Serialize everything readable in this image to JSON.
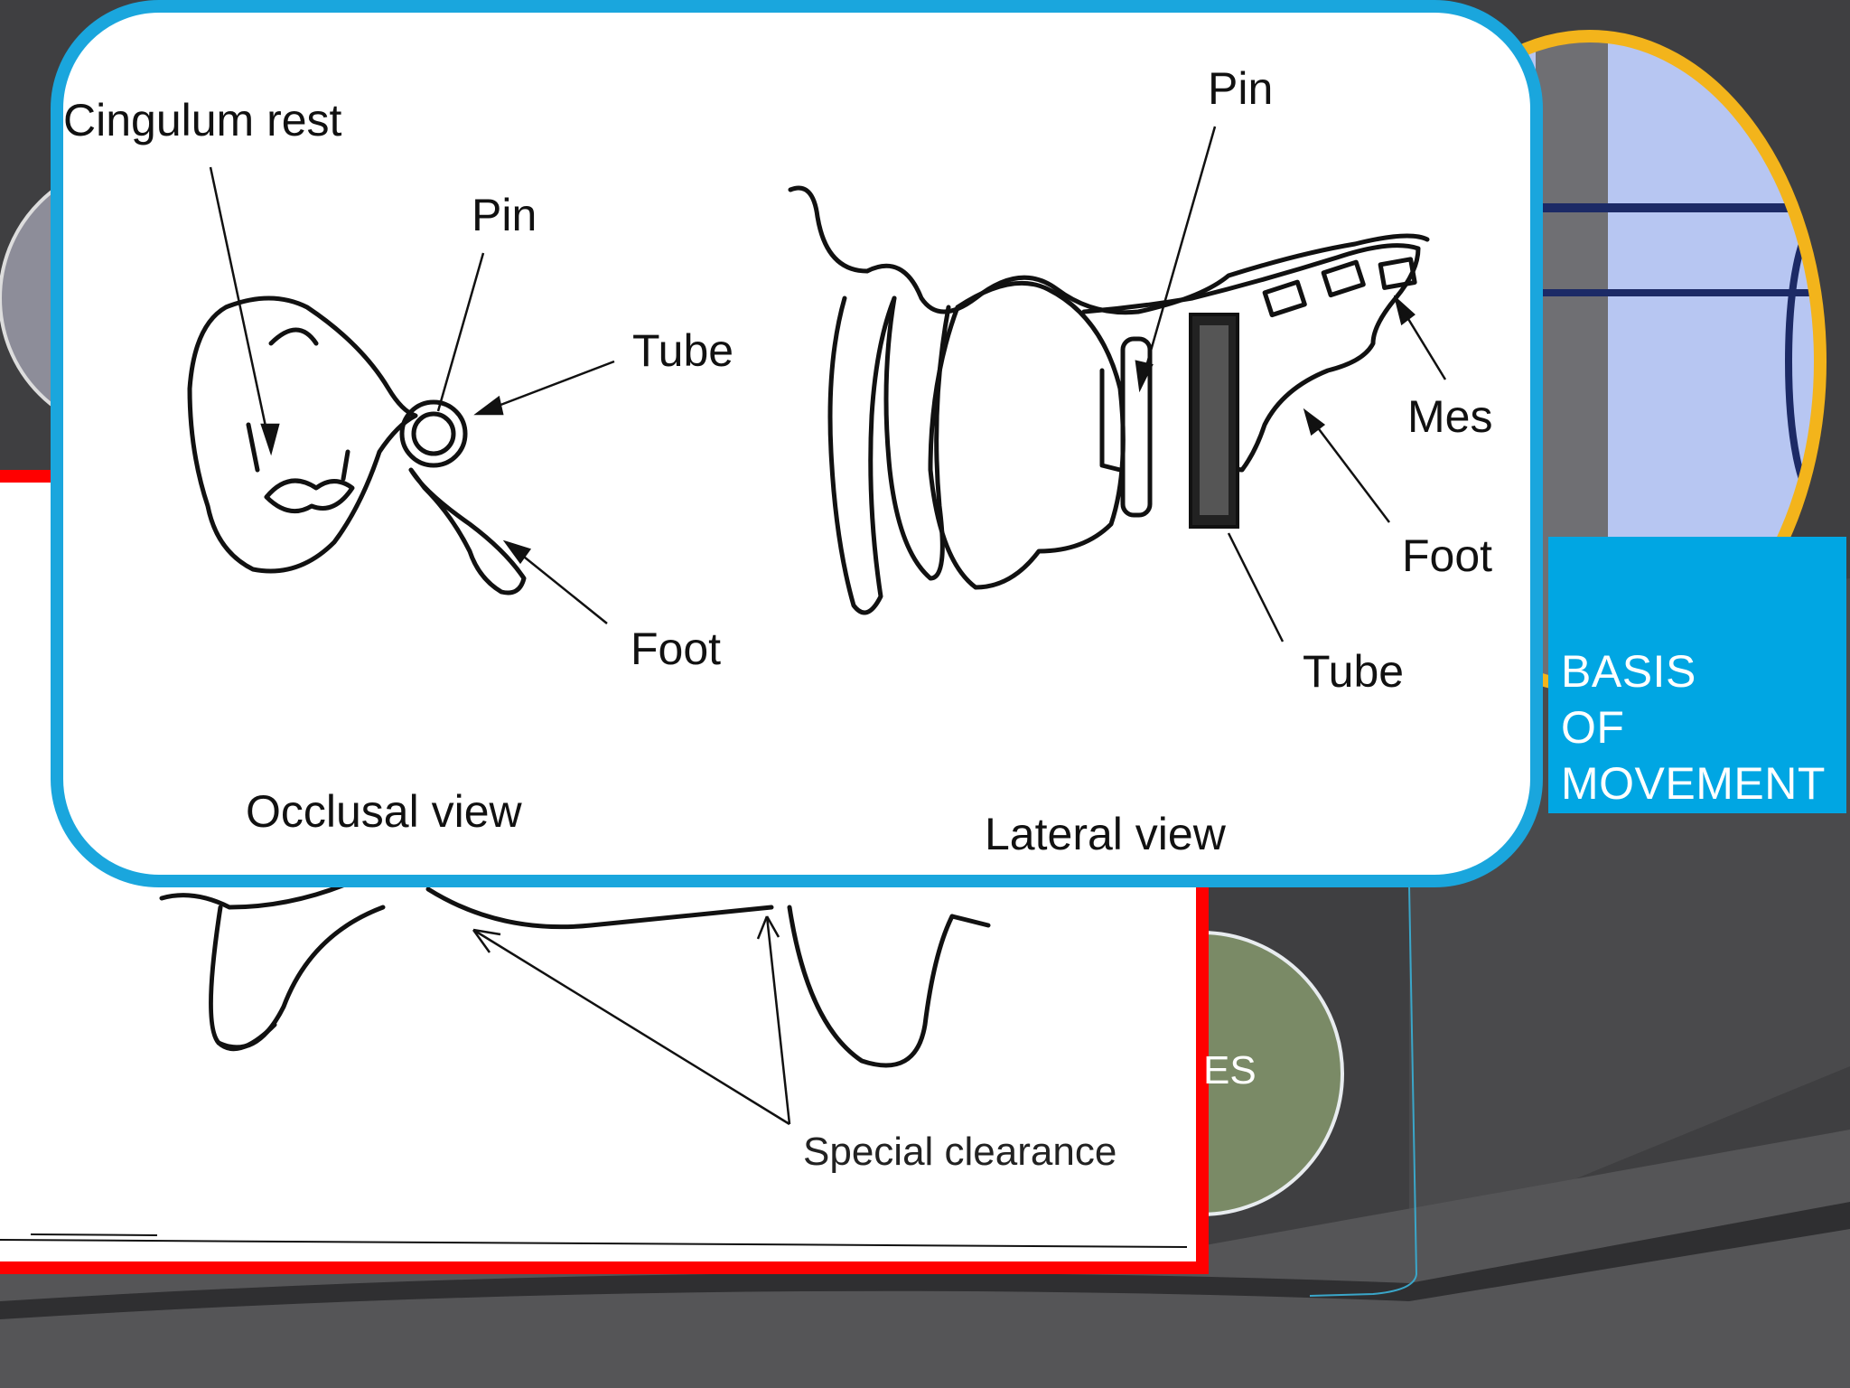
{
  "colors": {
    "accent_blue": "#00a6e3",
    "card_border": "#1aa6dd",
    "accent_red": "#ff0000",
    "accent_gold": "#f3b41b",
    "olive": "#7a8a66",
    "background": "#3f3f41"
  },
  "diagram": {
    "occlusal": {
      "labels": {
        "cingulum_rest": "Cingulum rest",
        "pin": "Pin",
        "tube": "Tube",
        "foot": "Foot"
      },
      "caption": "Occlusal view"
    },
    "lateral": {
      "labels": {
        "pin": "Pin",
        "mesh": "Mesh",
        "foot": "Foot",
        "tube": "Tube"
      },
      "caption": "Lateral view"
    }
  },
  "lower_figure": {
    "label": "Special clearance"
  },
  "side_label": {
    "lines": [
      "BASIS",
      "OF",
      "MOVEMENT"
    ]
  },
  "circle_label": {
    "text": "ES"
  }
}
